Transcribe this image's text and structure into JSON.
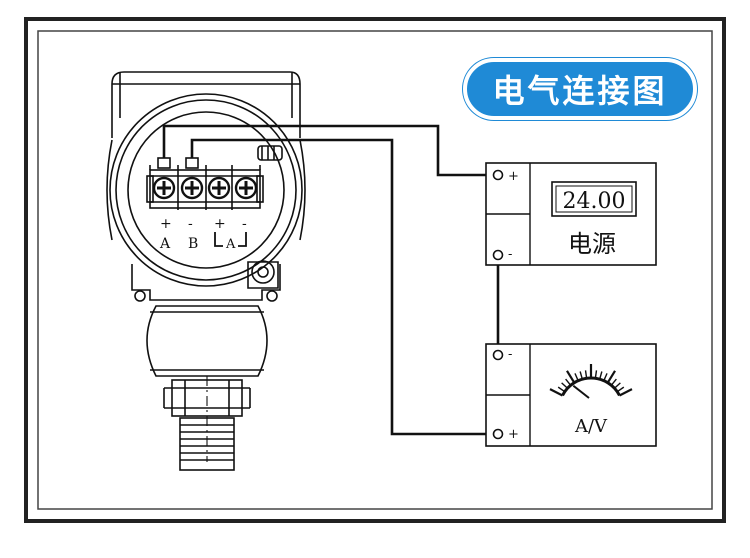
{
  "title": "电气连接图",
  "terminal_labels": {
    "plus1": "+",
    "minus1": "-",
    "plus2": "+",
    "minus2": "-",
    "a": "A",
    "b": "B",
    "a_bracket": "A"
  },
  "power_supply": {
    "display": "24.00",
    "label": "电源",
    "plus": "+",
    "minus": "-"
  },
  "meter": {
    "label": "A/V",
    "plus": "+",
    "minus": "-"
  },
  "colors": {
    "badge": "#1f8ad6",
    "line": "#111111",
    "frame": "#222222"
  }
}
